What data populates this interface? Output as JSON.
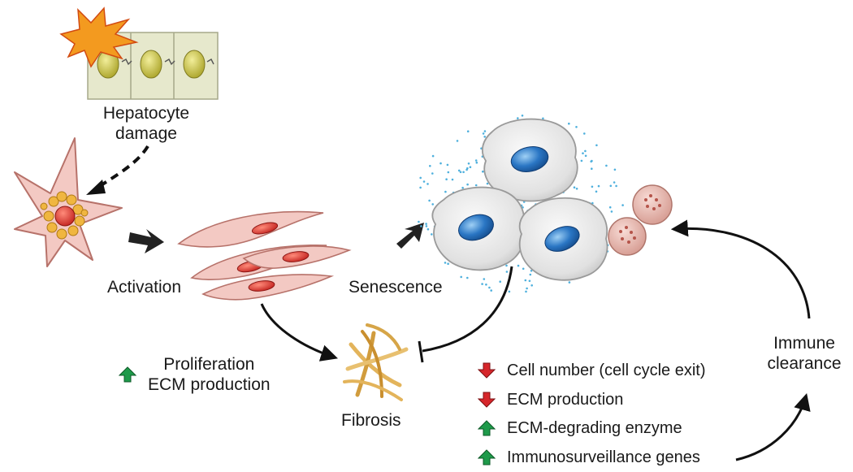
{
  "colors": {
    "up_arrow": "#1e9a4a",
    "down_arrow": "#d6262b",
    "hsc_body": "#f3c9c3",
    "hsc_outline": "#b7726a",
    "nucleus_red": "#d8322e",
    "lipid_droplet": "#f0b640",
    "senescent_body": "#e4e4e4",
    "senescent_nucleus": "#2a76c4",
    "sasp_dots": "#4fb0dd",
    "immune_cell": "#e9b9b0",
    "fibrosis": "#e3b45b",
    "hepatocyte": "#e6e8cc",
    "hepatocyte_nucleus": "#c9c23a",
    "damage_burst": "#f39a1f"
  },
  "diagram": {
    "hepatocyte_damage": {
      "line1": "Hepatocyte",
      "line2": "damage"
    },
    "activation_label": "Activation",
    "senescence_label": "Senescence",
    "fibrosis_label": "Fibrosis",
    "immune_clearance": {
      "line1": "Immune",
      "line2": "clearance"
    },
    "activated_effects": {
      "line1": "Proliferation",
      "line2": "ECM production",
      "direction": "up"
    },
    "senescent_effects": [
      {
        "text": "Cell number (cell cycle exit)",
        "direction": "down"
      },
      {
        "text": "ECM production",
        "direction": "down"
      },
      {
        "text": "ECM-degrading enzyme",
        "direction": "up"
      },
      {
        "text": "Immunosurveillance genes",
        "direction": "up"
      }
    ]
  }
}
